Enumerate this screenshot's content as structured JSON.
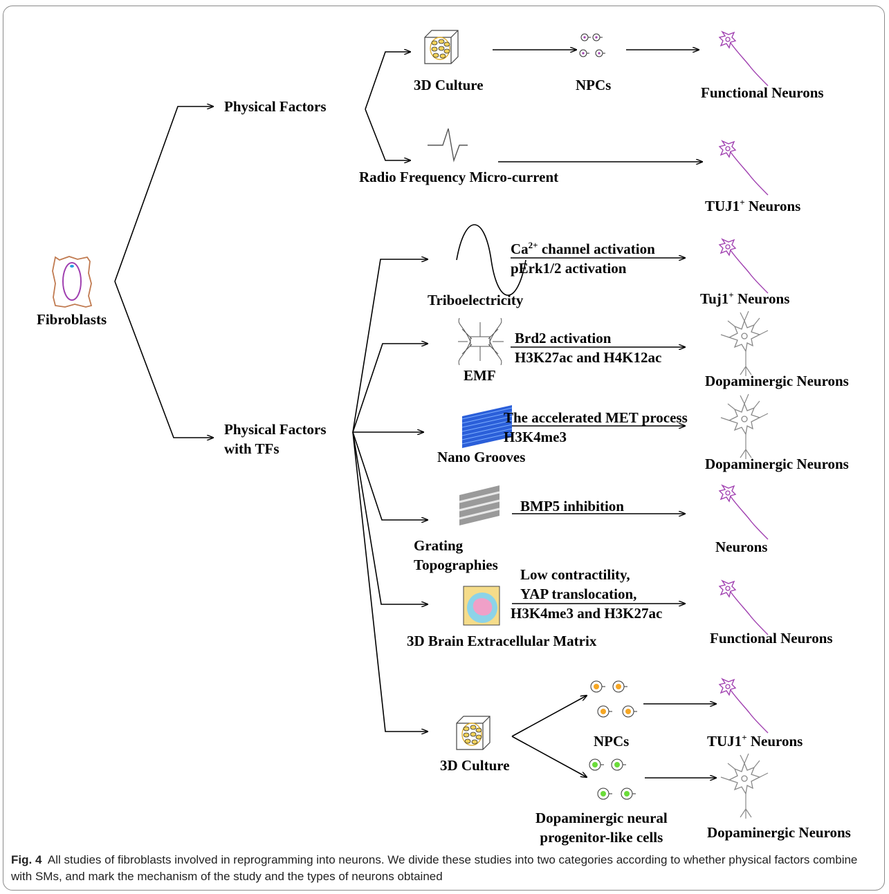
{
  "nodes": {
    "fibroblasts": "Fibroblasts",
    "physical_factors": "Physical Factors",
    "physical_factors_tfs": [
      "Physical Factors",
      "with TFs"
    ],
    "culture_3d_top": "3D Culture",
    "npcs_top": "NPCs",
    "functional_neurons_top": "Functional Neurons",
    "radio_frequency": "Radio Frequency Micro-current",
    "tuj1_neurons_top": "TUJ1",
    "tuj1_neurons_top_suffix": "Neurons",
    "triboelectricity": "Triboelectricity",
    "tuj1_neurons_tribo": "Tuj1",
    "tuj1_neurons_tribo_suffix": "Neurons",
    "emf": "EMF",
    "dopaminergic_neurons_emf": "Dopaminergic Neurons",
    "nano_grooves": "Nano Grooves",
    "dopaminergic_neurons_nano": "Dopaminergic Neurons",
    "grating_topographies": [
      "Grating",
      "Topographies"
    ],
    "neurons_grating": "Neurons",
    "brain_ecm": "3D Brain Extracellular Matrix",
    "functional_neurons_ecm": "Functional Neurons",
    "culture_3d_bottom": "3D Culture",
    "npcs_bottom": "NPCs",
    "dopaminergic_progenitor": [
      "Dopaminergic neural",
      "progenitor-like cells"
    ],
    "tuj1_neurons_bottom": "TUJ1",
    "tuj1_neurons_bottom_suffix": "Neurons",
    "dopaminergic_neurons_bottom": "Dopaminergic Neurons"
  },
  "mechanisms": {
    "tribo": [
      "Ca",
      "channel activation",
      "pErk1/2  activation"
    ],
    "emf": [
      "Brd2 activation",
      "H3K27ac and H4K12ac"
    ],
    "nano": [
      "The accelerated MET process",
      "H3K4me3"
    ],
    "grating": [
      "BMP5 inhibition"
    ],
    "ecm": [
      "Low contractility,",
      "YAP translocation,",
      "H3K4me3 and H3K27ac"
    ]
  },
  "superscripts": {
    "ca": "2+",
    "plus": "+"
  },
  "caption": {
    "label": "Fig. 4",
    "text": "All studies of fibroblasts involved in reprogramming into neurons. We divide these studies into two categories according to whether physical factors combine with SMs, and mark the mechanism of the study and the types of neurons obtained"
  },
  "colors": {
    "neuron_purple": "#a040b0",
    "neuron_gray": "#888888",
    "fibroblast_outline": "#c07a50",
    "nano_blue": "#2b5fd9",
    "grating_gray": "#8a8a8a",
    "ecm_yellow": "#f5dc8a",
    "ecm_blue": "#8cd3e8",
    "ecm_pink": "#f0a0c8",
    "npc_orange": "#f5a623",
    "npc_green": "#6bdc3a"
  }
}
